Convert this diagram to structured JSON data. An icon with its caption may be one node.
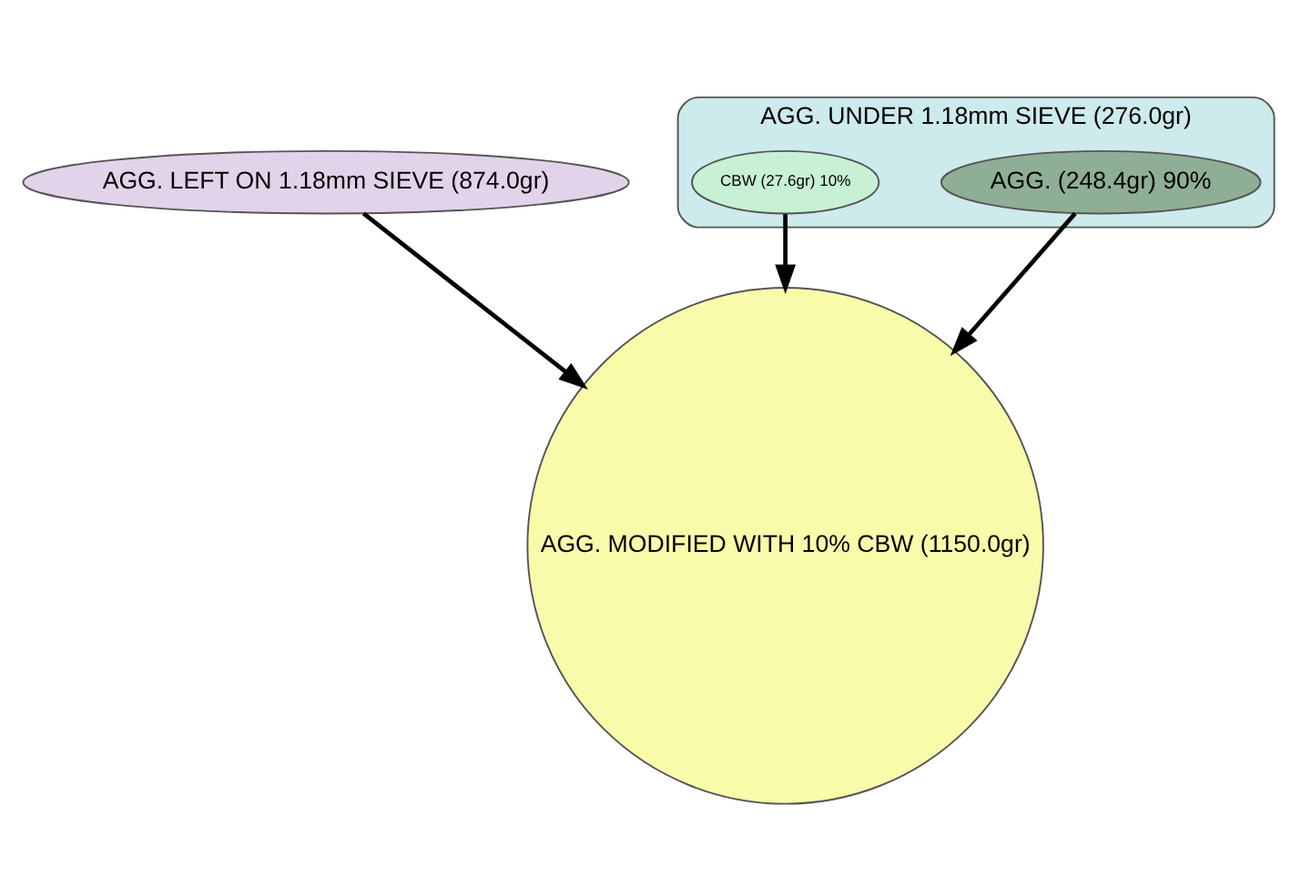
{
  "diagram": {
    "nodes": [
      {
        "text": [
          "AGG. LEFT ON 1.18mm SIEVE (874.0gr)"
        ]
      },
      {
        "text": [
          "AGG. UNDER 1.18mm SIEVE (276.0gr)"
        ]
      },
      {
        "text": [
          "AGG. (248.4gr) 90%"
        ],
        "in": 1
      },
      {
        "text": [
          "CBW (27.6gr) 10%"
        ],
        "in": 1
      },
      {
        "text": [
          "AGG. MODIFIED WITH 10% CBW (1150.0gr)"
        ]
      }
    ],
    "edges": [
      {
        "from": 0,
        "to": 4,
        "arrow": "to"
      },
      {
        "from": 2,
        "to": 4,
        "arrow": "to"
      },
      {
        "from": 3,
        "to": 4,
        "arrow": "to"
      }
    ]
  }
}
